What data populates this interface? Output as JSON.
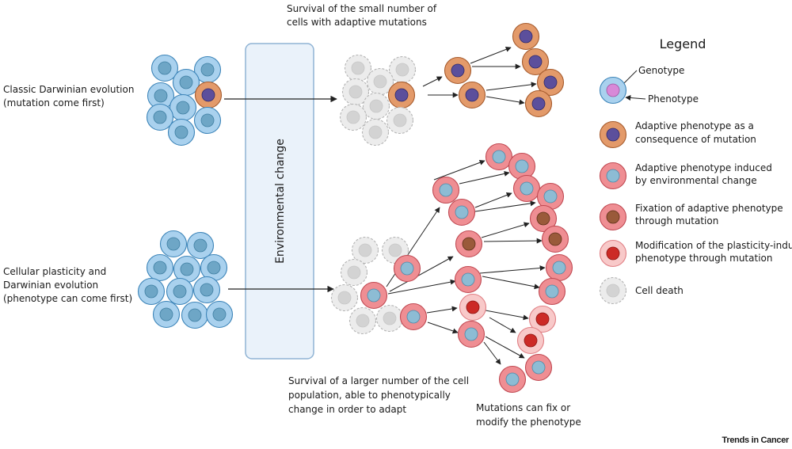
{
  "labels": {
    "classic_line1": "Classic Darwinian evolution",
    "classic_line2": "(mutation come first)",
    "plasticity_line1": "Cellular plasticity and",
    "plasticity_line2": "Darwinian evolution",
    "plasticity_line3": "(phenotype can come first)",
    "survival_small_line1": "Survival of the small number of",
    "survival_small_line2": "cells with adaptive mutations",
    "environmental_change": "Environmental  change",
    "survival_large_line1": "Survival of a larger number of the cell",
    "survival_large_line2": "population, able to phenotypically",
    "survival_large_line3": "change in order to adapt",
    "mutations_line1": "Mutations can fix or",
    "mutations_line2": "modify the phenotype",
    "brand": "Trends in Cancer"
  },
  "legend": {
    "title": "Legend",
    "genotype": "Genotype",
    "phenotype": "Phenotype",
    "mutation_line1": "Adaptive phenotype as a",
    "mutation_line2": "consequence of mutation",
    "induced_line1": "Adaptive phenotype induced",
    "induced_line2": "by environmental change",
    "fixation_line1": "Fixation of adaptive phenotype",
    "fixation_line2": "through mutation",
    "modification_line1": "Modification of the plasticity-induced",
    "modification_line2": "phenotype through mutation",
    "death": "Cell death"
  },
  "colors": {
    "normal_cell": "#a9d1ee",
    "normal_nucleus": "#6ea6c6",
    "mutation_cell": "#e39a6a",
    "mutation_nucleus": "#5c4f9c",
    "induced_cell": "#ef8e93",
    "induced_nucleus": "#8dbcd4",
    "fixation_nucleus": "#9a5a3a",
    "modified_cell": "#f8c9c9",
    "modified_nucleus": "#cc2a26",
    "dead_cell": "#ececec",
    "dead_nucleus": "#d3d3d3",
    "genotype_nucleus": "#d889d8",
    "env_box": "#eaf2fa"
  }
}
